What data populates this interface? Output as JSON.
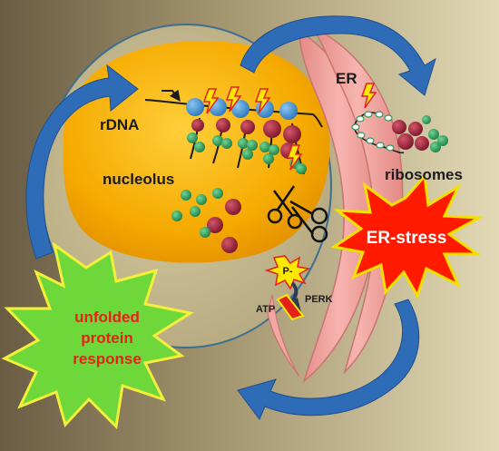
{
  "labels": {
    "rdna": "rDNA",
    "nucleolus": "nucleolus",
    "er": "ER",
    "ribosomes": "ribosomes",
    "er_stress": "ER-stress",
    "upr_line1": "unfolded",
    "upr_line2": "protein",
    "upr_line3": "response",
    "phospho": "P-",
    "atp": "ATP",
    "perk": "PERK"
  },
  "colors": {
    "background_dark": "#6e6148",
    "background_light": "#d8cfab",
    "nucleus_fill": "#cbbf93",
    "nucleus_outline": "#3d6f8f",
    "nucleolus_fill": "#f2a800",
    "nucleolus_highlight": "#ffd24a",
    "er_fill": "#f4a8a4",
    "er_outline": "#c87470",
    "arrow_blue": "#2f6cb8",
    "stress_red": "#ff1a00",
    "stress_outline": "#f4e000",
    "upr_green": "#6ed73a",
    "upr_outline": "#f4f03a",
    "upr_text": "#e8201a",
    "bead_blue": "#3f8fd0",
    "bead_red": "#a1263b",
    "bead_green": "#2e9a5a",
    "lightning_yellow": "#ffe800",
    "lightning_red": "#e3201a"
  },
  "icons": [
    "lightning-icon",
    "scissors-icon",
    "phosphate-starburst-icon",
    "curved-arrow-icon"
  ]
}
